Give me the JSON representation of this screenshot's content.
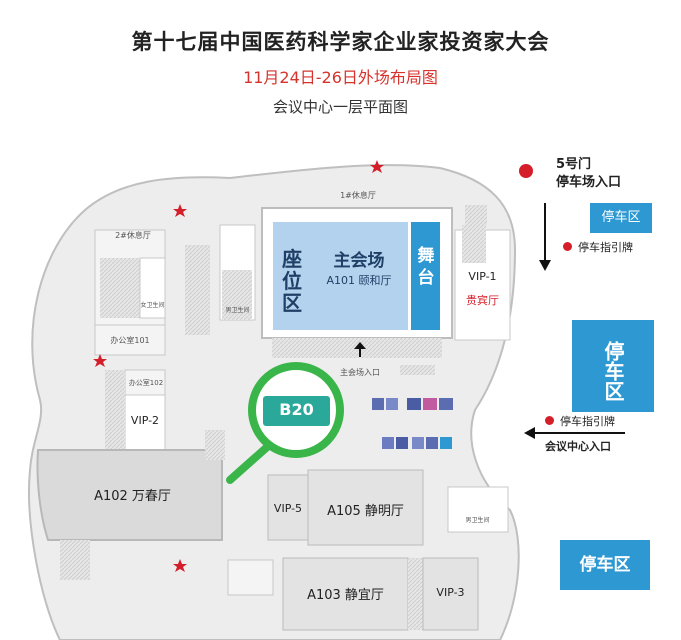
{
  "header": {
    "title": "第十七届中国医药科学家企业家投资家大会",
    "subtitle": "11月24日-26日外场布局图",
    "floor": "会议中心一层平面图"
  },
  "rooms": {
    "main_hall": "主会场",
    "main_hall_room": "A101 颐和厅",
    "seating": "座位区",
    "stage": "舞台",
    "rest_1": "1#休息厅",
    "rest_2": "2#休息厅",
    "vip1": "VIP-1",
    "vip1_sub": "贵宾厅",
    "vip2": "VIP-2",
    "vip3": "VIP-3",
    "vip5": "VIP-5",
    "a102": "A102 万春厅",
    "a103": "A103 静宜厅",
    "a105": "A105 静明厅",
    "office_101": "办公室101",
    "office_102": "办公室102",
    "main_entrance": "主会场入口",
    "restroom_f": "女卫生间",
    "restroom_m": "男卫生间",
    "restroom_m2": "男卫生间"
  },
  "booth": {
    "label": "B20"
  },
  "legend": {
    "gate5": "5号门",
    "parking_entrance": "停车场入口",
    "parking_sign_1": "停车指引牌",
    "parking_sign_2": "停车指引牌",
    "center_entrance": "会议中心入口",
    "parking_a": "停车区",
    "parking_b": "停车区",
    "parking_c": "停车区"
  },
  "colors": {
    "accent_blue": "#2e98d2",
    "seat_blue": "#b3d2ee",
    "highlight_green": "#3ab54a",
    "marker_red": "#d41e2a",
    "title_red": "#d6332c",
    "floor_gray": "#e9e9e9"
  }
}
